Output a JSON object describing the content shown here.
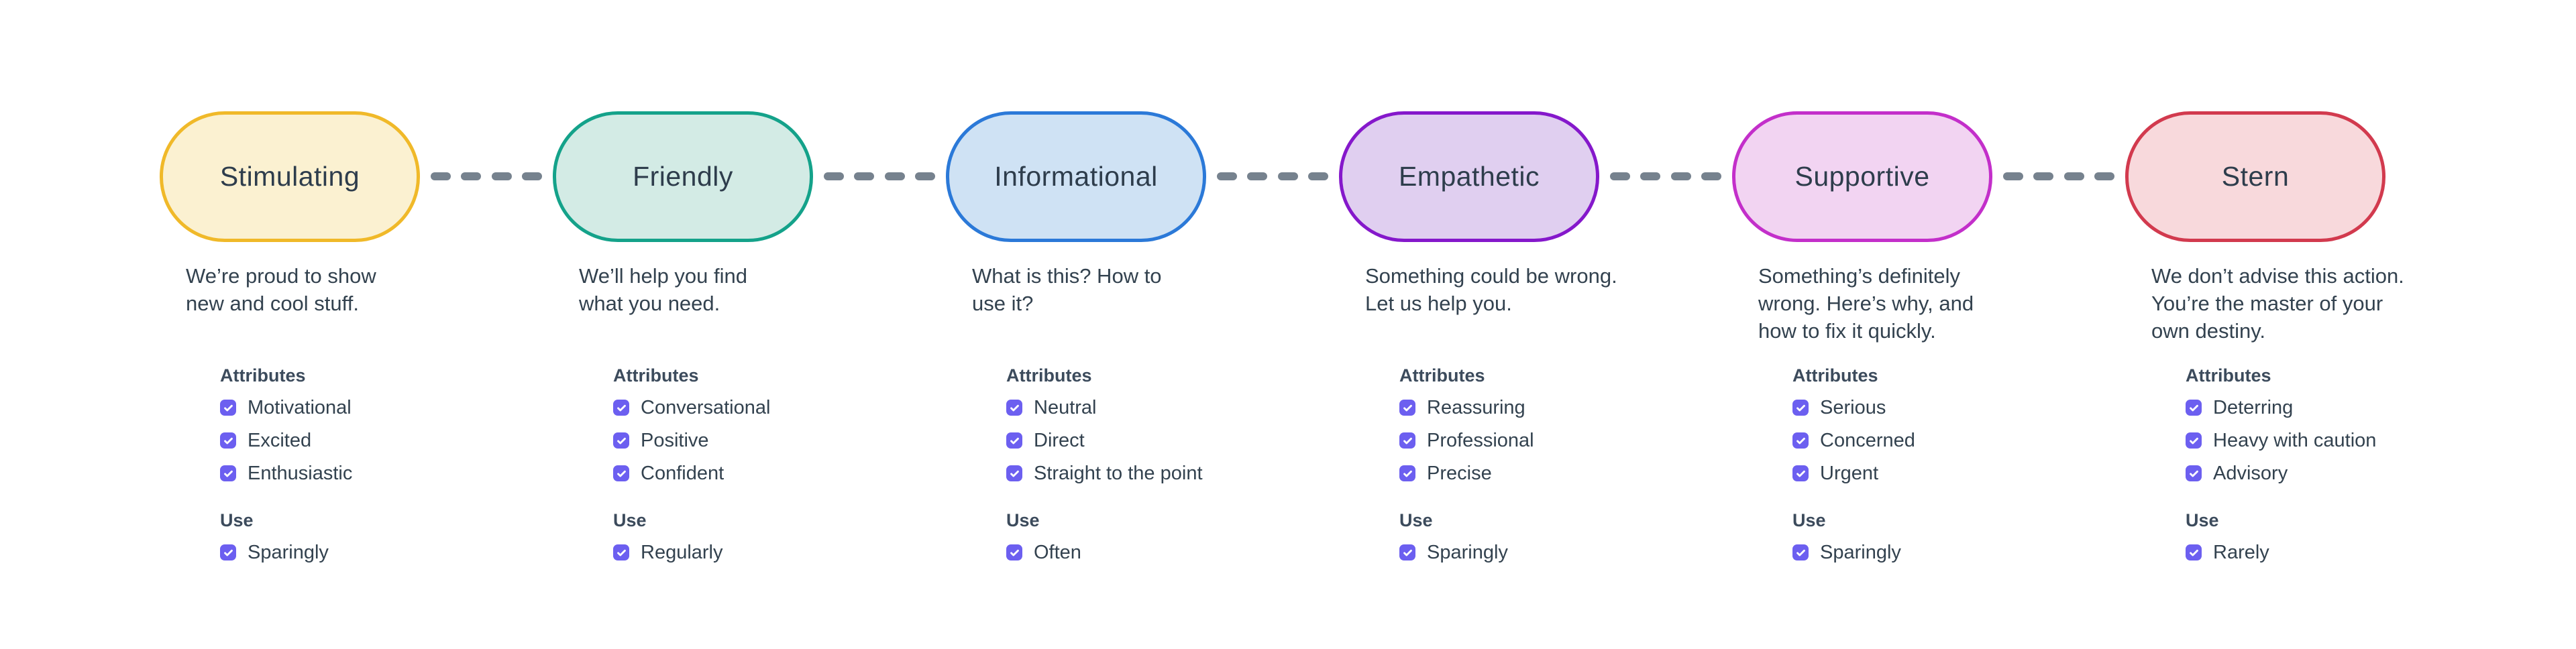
{
  "diagram": {
    "title_implied": "Tone spectrum",
    "labels": {
      "attributes": "Attributes",
      "use": "Use"
    },
    "connector_color": "#76828E",
    "checkbox_color": "#6C5FF0",
    "text_color": "#33424F",
    "pill_text_color": "#2E3D4C",
    "tones": [
      {
        "name": "Stimulating",
        "fill_color": "#FBF1D1",
        "border_color": "#F0B929",
        "description": "We’re proud to show\nnew and cool stuff.",
        "attributes": [
          {
            "label": "Motivational",
            "checked": true
          },
          {
            "label": "Excited",
            "checked": true
          },
          {
            "label": "Enthusiastic",
            "checked": true
          }
        ],
        "use": {
          "label": "Sparingly",
          "checked": true
        }
      },
      {
        "name": "Friendly",
        "fill_color": "#D3EBE5",
        "border_color": "#14A28A",
        "description": "We’ll help you find\nwhat you need.",
        "attributes": [
          {
            "label": "Conversational",
            "checked": true
          },
          {
            "label": "Positive",
            "checked": true
          },
          {
            "label": "Confident",
            "checked": true
          }
        ],
        "use": {
          "label": "Regularly",
          "checked": true
        }
      },
      {
        "name": "Informational",
        "fill_color": "#CFE2F4",
        "border_color": "#2B79D8",
        "description": "What is this? How to\nuse it?",
        "attributes": [
          {
            "label": "Neutral",
            "checked": true
          },
          {
            "label": "Direct",
            "checked": true
          },
          {
            "label": "Straight to the point",
            "checked": true
          }
        ],
        "use": {
          "label": "Often",
          "checked": true
        }
      },
      {
        "name": "Empathetic",
        "fill_color": "#E0CFF0",
        "border_color": "#8518CB",
        "description": "Something could be wrong.\nLet us help you.",
        "attributes": [
          {
            "label": "Reassuring",
            "checked": true
          },
          {
            "label": "Professional",
            "checked": true
          },
          {
            "label": "Precise",
            "checked": true
          }
        ],
        "use": {
          "label": "Sparingly",
          "checked": true
        }
      },
      {
        "name": "Supportive",
        "fill_color": "#F2D4F2",
        "border_color": "#C32FCA",
        "description": "Something’s definitely\nwrong. Here’s why, and\nhow to fix it quickly.",
        "attributes": [
          {
            "label": "Serious",
            "checked": true
          },
          {
            "label": "Concerned",
            "checked": true
          },
          {
            "label": "Urgent",
            "checked": true
          }
        ],
        "use": {
          "label": "Sparingly",
          "checked": true
        }
      },
      {
        "name": "Stern",
        "fill_color": "#F8D9DC",
        "border_color": "#D23A4E",
        "description": "We don’t advise this action.\nYou’re the master of your\nown destiny.",
        "attributes": [
          {
            "label": "Deterring",
            "checked": true
          },
          {
            "label": "Heavy with caution",
            "checked": true
          },
          {
            "label": "Advisory",
            "checked": true
          }
        ],
        "use": {
          "label": "Rarely",
          "checked": true
        }
      }
    ]
  }
}
